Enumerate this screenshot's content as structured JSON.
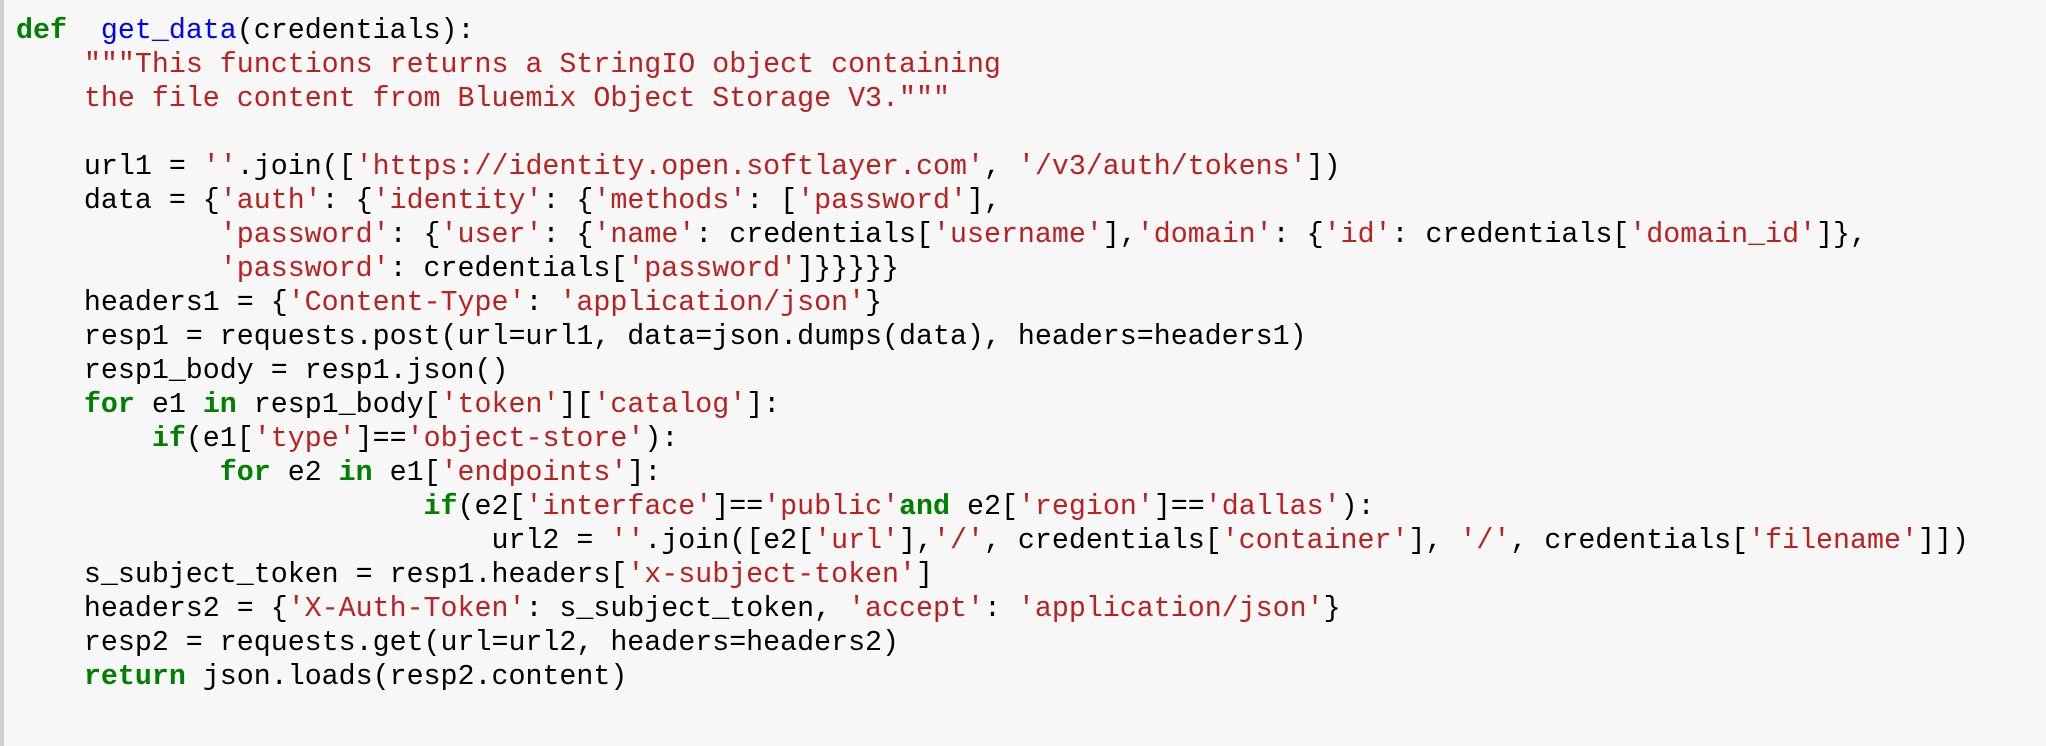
{
  "cell": {
    "type": "code",
    "language": "python",
    "colors": {
      "keyword": "#008000",
      "function": "#0000ff",
      "string": "#ba2121",
      "text": "#000000",
      "background": "#f7f7f7",
      "border": "#cfcfcf"
    },
    "lines": [
      [
        [
          "kw",
          "def"
        ],
        [
          "",
          "  "
        ],
        [
          "fn",
          "get_data"
        ],
        [
          "",
          "(credentials):"
        ]
      ],
      [
        [
          "",
          "    "
        ],
        [
          "str",
          "\"\"\"This functions returns a StringIO object containing"
        ]
      ],
      [
        [
          "",
          "    "
        ],
        [
          "str",
          "the file content from Bluemix Object Storage V3.\"\"\""
        ]
      ],
      [],
      [
        [
          "",
          "    url1 = "
        ],
        [
          "str",
          "''"
        ],
        [
          "",
          ".join(["
        ],
        [
          "str",
          "'https://identity.open.softlayer.com'"
        ],
        [
          "",
          ", "
        ],
        [
          "str",
          "'/v3/auth/tokens'"
        ],
        [
          "",
          "])"
        ]
      ],
      [
        [
          "",
          "    data = {"
        ],
        [
          "str",
          "'auth'"
        ],
        [
          "",
          ": {"
        ],
        [
          "str",
          "'identity'"
        ],
        [
          "",
          ": {"
        ],
        [
          "str",
          "'methods'"
        ],
        [
          "",
          ": ["
        ],
        [
          "str",
          "'password'"
        ],
        [
          "",
          "],"
        ]
      ],
      [
        [
          "",
          "            "
        ],
        [
          "str",
          "'password'"
        ],
        [
          "",
          ": {"
        ],
        [
          "str",
          "'user'"
        ],
        [
          "",
          ": {"
        ],
        [
          "str",
          "'name'"
        ],
        [
          "",
          ": credentials["
        ],
        [
          "str",
          "'username'"
        ],
        [
          "",
          "],"
        ],
        [
          "str",
          "'domain'"
        ],
        [
          "",
          ": {"
        ],
        [
          "str",
          "'id'"
        ],
        [
          "",
          ": credentials["
        ],
        [
          "str",
          "'domain_id'"
        ],
        [
          "",
          "]},"
        ]
      ],
      [
        [
          "",
          "            "
        ],
        [
          "str",
          "'password'"
        ],
        [
          "",
          ": credentials["
        ],
        [
          "str",
          "'password'"
        ],
        [
          "",
          "]}}}}}"
        ]
      ],
      [
        [
          "",
          "    headers1 = {"
        ],
        [
          "str",
          "'Content-Type'"
        ],
        [
          "",
          ": "
        ],
        [
          "str",
          "'application/json'"
        ],
        [
          "",
          "}"
        ]
      ],
      [
        [
          "",
          "    resp1 = requests.post(url=url1, data=json.dumps(data), headers=headers1)"
        ]
      ],
      [
        [
          "",
          "    resp1_body = resp1.json()"
        ]
      ],
      [
        [
          "",
          "    "
        ],
        [
          "kw",
          "for"
        ],
        [
          "",
          " e1 "
        ],
        [
          "kw",
          "in"
        ],
        [
          "",
          " resp1_body["
        ],
        [
          "str",
          "'token'"
        ],
        [
          "",
          "]["
        ],
        [
          "str",
          "'catalog'"
        ],
        [
          "",
          "]:"
        ]
      ],
      [
        [
          "",
          "        "
        ],
        [
          "kw",
          "if"
        ],
        [
          "",
          "(e1["
        ],
        [
          "str",
          "'type'"
        ],
        [
          "",
          "]=="
        ],
        [
          "str",
          "'object-store'"
        ],
        [
          "",
          "):"
        ]
      ],
      [
        [
          "",
          "            "
        ],
        [
          "kw",
          "for"
        ],
        [
          "",
          " e2 "
        ],
        [
          "kw",
          "in"
        ],
        [
          "",
          " e1["
        ],
        [
          "str",
          "'endpoints'"
        ],
        [
          "",
          "]:"
        ]
      ],
      [
        [
          "",
          "                        "
        ],
        [
          "kw",
          "if"
        ],
        [
          "",
          "(e2["
        ],
        [
          "str",
          "'interface'"
        ],
        [
          "",
          "]=="
        ],
        [
          "str",
          "'public'"
        ],
        [
          "kw",
          "and"
        ],
        [
          "",
          " e2["
        ],
        [
          "str",
          "'region'"
        ],
        [
          "",
          "]=="
        ],
        [
          "str",
          "'dallas'"
        ],
        [
          "",
          "):"
        ]
      ],
      [
        [
          "",
          "                            url2 = "
        ],
        [
          "str",
          "''"
        ],
        [
          "",
          ".join([e2["
        ],
        [
          "str",
          "'url'"
        ],
        [
          "",
          "],"
        ],
        [
          "str",
          "'/'"
        ],
        [
          "",
          ", credentials["
        ],
        [
          "str",
          "'container'"
        ],
        [
          "",
          "], "
        ],
        [
          "str",
          "'/'"
        ],
        [
          "",
          ", credentials["
        ],
        [
          "str",
          "'filename'"
        ],
        [
          "",
          "]])"
        ]
      ],
      [
        [
          "",
          "    s_subject_token = resp1.headers["
        ],
        [
          "str",
          "'x-subject-token'"
        ],
        [
          "",
          "]"
        ]
      ],
      [
        [
          "",
          "    headers2 = {"
        ],
        [
          "str",
          "'X-Auth-Token'"
        ],
        [
          "",
          ": s_subject_token, "
        ],
        [
          "str",
          "'accept'"
        ],
        [
          "",
          ": "
        ],
        [
          "str",
          "'application/json'"
        ],
        [
          "",
          "}"
        ]
      ],
      [
        [
          "",
          "    resp2 = requests.get(url=url2, headers=headers2)"
        ]
      ],
      [
        [
          "",
          "    "
        ],
        [
          "kw",
          "return"
        ],
        [
          "",
          " json.loads(resp2.content)"
        ]
      ]
    ]
  }
}
